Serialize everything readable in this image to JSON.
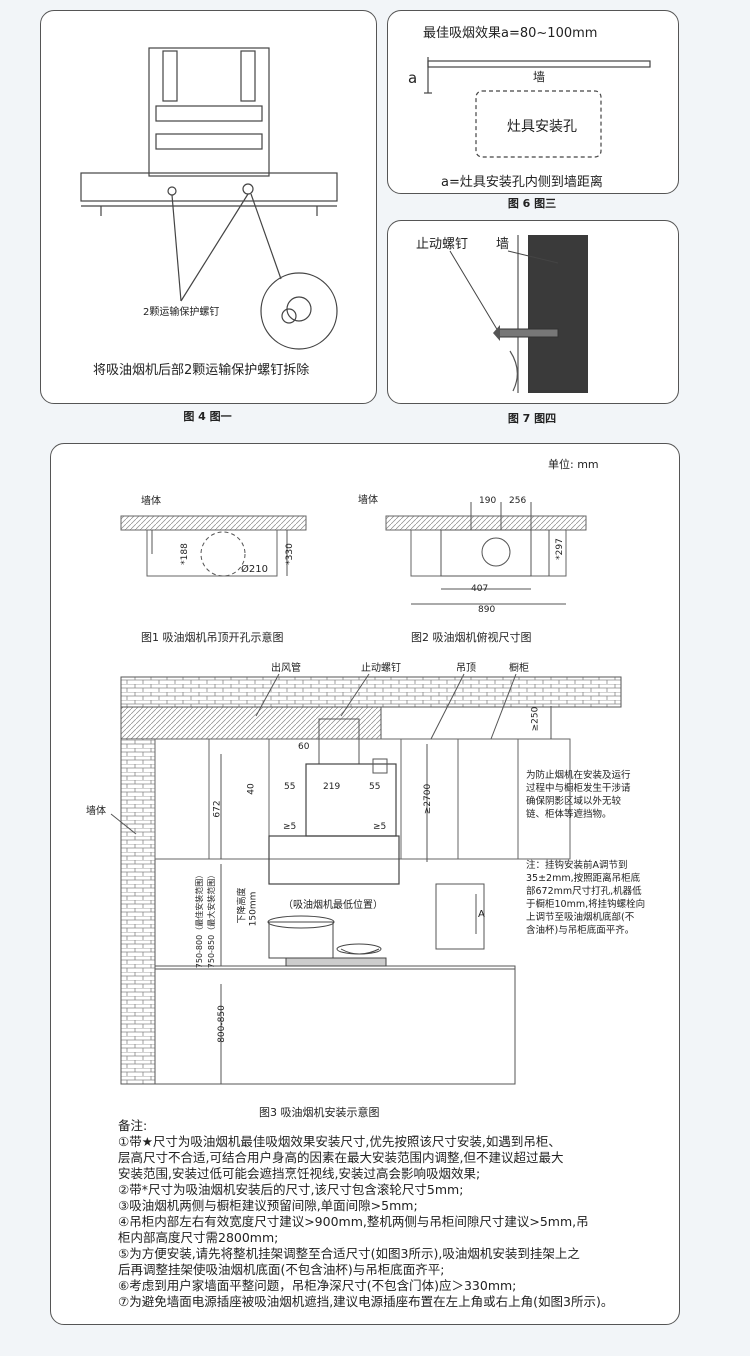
{
  "fig4": {
    "callout": "2颗运输保护螺钉",
    "instruction": "将吸油烟机后部2颗运输保护螺钉拆除",
    "caption": "图 4 图一"
  },
  "fig6": {
    "title": "最佳吸烟效果a=80~100mm",
    "a_label": "a",
    "wall": "墙",
    "hole": "灶具安装孔",
    "desc": "a=灶具安装孔内侧到墙距离",
    "caption": "图 6 图三"
  },
  "fig7": {
    "screw": "止动螺钉",
    "wall": "墙",
    "caption": "图 7 图四"
  },
  "main": {
    "unit": "单位: mm",
    "f1": {
      "wall": "墙体",
      "d188": "*188",
      "d330": "*330",
      "dia": "Ø210",
      "caption": "图1 吸油烟机吊顶开孔示意图"
    },
    "f2": {
      "wall": "墙体",
      "d190": "190",
      "d256": "256",
      "d297": "*297",
      "d407": "407",
      "d890": "890",
      "caption": "图2 吸油烟机俯视尺寸图"
    },
    "f3": {
      "duct": "出风管",
      "screw": "止动螺钉",
      "ceiling": "吊顶",
      "cabinet": "橱柜",
      "d250": "≥250",
      "wall": "墙体",
      "d60": "60",
      "d40": "40",
      "d55a": "55",
      "d219": "219",
      "d55b": "55",
      "d672": "672",
      "d2700": "≥2700",
      "gap1": "≥5",
      "gap2": "≥5",
      "range1": "750-800（最佳安装范围）",
      "range2": "750-850（最大安装范围）",
      "drop": "下降高度",
      "drop2": "150mm",
      "lowest": "（吸油烟机最低位置）",
      "d800": "800-850",
      "A": "A",
      "note_right": [
        "为防止烟机在安装及运行",
        "过程中与橱柜发生干涉请",
        "确保阴影区域以外无较",
        "链、柜体等遮挡物。"
      ],
      "note_a": [
        "注：挂钩安装前A调节到",
        "35±2mm,按照距离吊柜底",
        "部672mm尺寸打孔,机器低",
        "于橱柜10mm,将挂钩螺栓向",
        "上调节至吸油烟机底部(不",
        "含油杯)与吊柜底面平齐。"
      ],
      "caption": "图3 吸油烟机安装示意图"
    },
    "notes": [
      "备注:",
      "①带★尺寸为吸油烟机最佳吸烟效果安装尺寸,优先按照该尺寸安装,如遇到吊柜、",
      "层高尺寸不合适,可结合用户身高的因素在最大安装范围内调整,但不建议超过最大",
      "安装范围,安装过低可能会遮挡烹饪视线,安装过高会影响吸烟效果;",
      "②带*尺寸为吸油烟机安装后的尺寸,该尺寸包含滚轮尺寸5mm;",
      "③吸油烟机两侧与橱柜建议预留间隙,单面间隙>5mm;",
      "④吊柜内部左右有效宽度尺寸建议>900mm,整机两侧与吊柜间隙尺寸建议>5mm,吊",
      "柜内部高度尺寸需2800mm;",
      "⑤为方便安装,请先将整机挂架调整至合适尺寸(如图3所示),吸油烟机安装到挂架上之",
      "后再调整挂架使吸油烟机底面(不包含油杯)与吊柜底面齐平;",
      "⑥考虑到用户家墙面平整问题，吊柜净深尺寸(不包含门体)应＞330mm;",
      "⑦为避免墙面电源插座被吸油烟机遮挡,建议电源插座布置在左上角或右上角(如图3所示)。"
    ]
  }
}
